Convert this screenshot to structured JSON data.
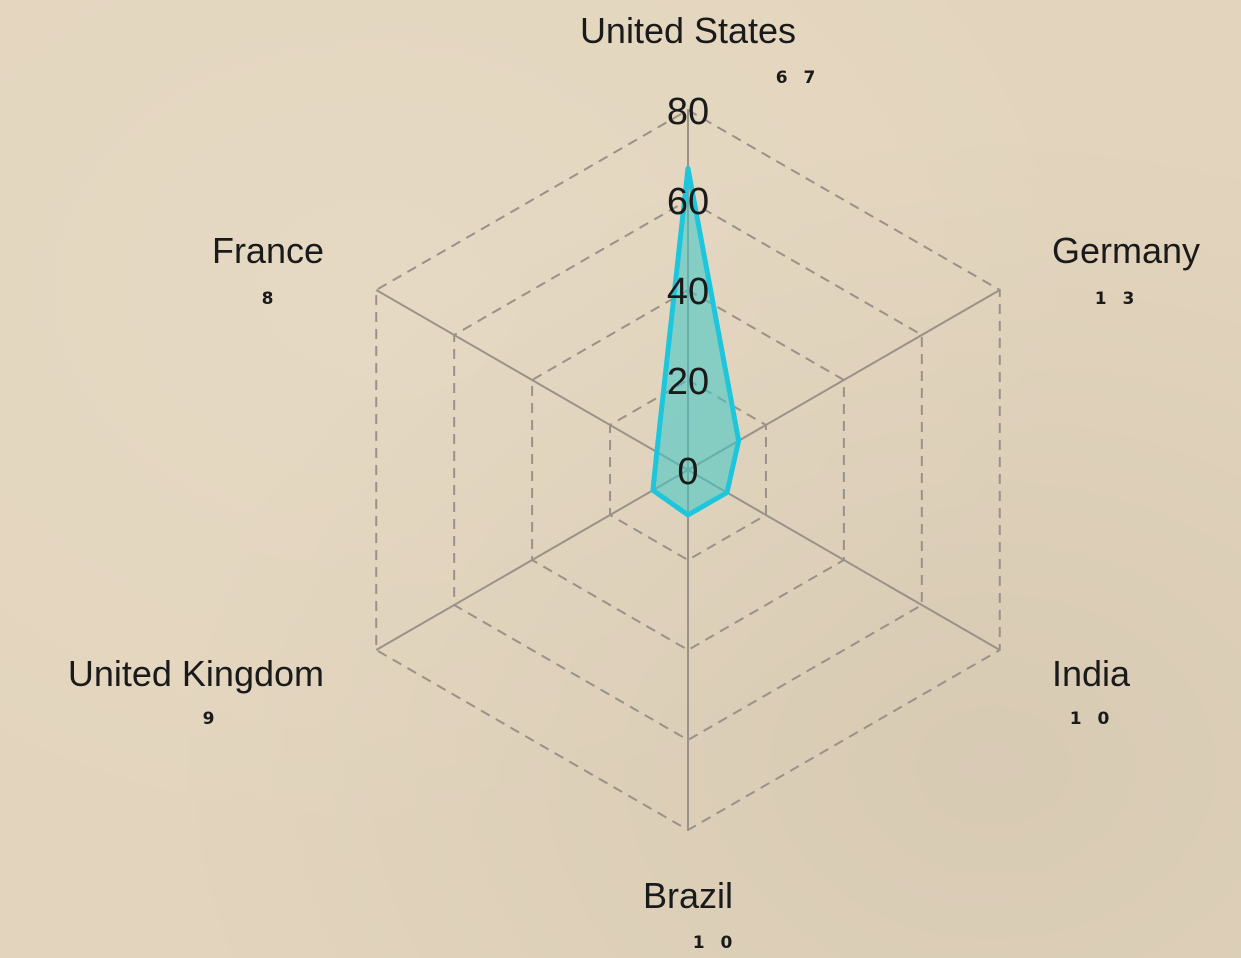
{
  "chart_data": {
    "type": "radar",
    "categories": [
      "United States",
      "Germany",
      "India",
      "Brazil",
      "United Kingdom",
      "France"
    ],
    "series": [
      {
        "values": [
          67,
          13,
          10,
          10,
          9,
          8
        ],
        "value_labels": [
          "6 7",
          "1 3",
          "1 0",
          "1 0",
          "9",
          "8"
        ],
        "color": "#1ec6dc",
        "fill": "rgba(58,200,200,0.55)"
      }
    ],
    "radial_ticks": [
      "0",
      "20",
      "40",
      "60",
      "80"
    ],
    "radial_tick_values": [
      0,
      20,
      40,
      60,
      80
    ],
    "rmax": 80,
    "grid": true,
    "grid_style": "dashed",
    "legend": false
  }
}
